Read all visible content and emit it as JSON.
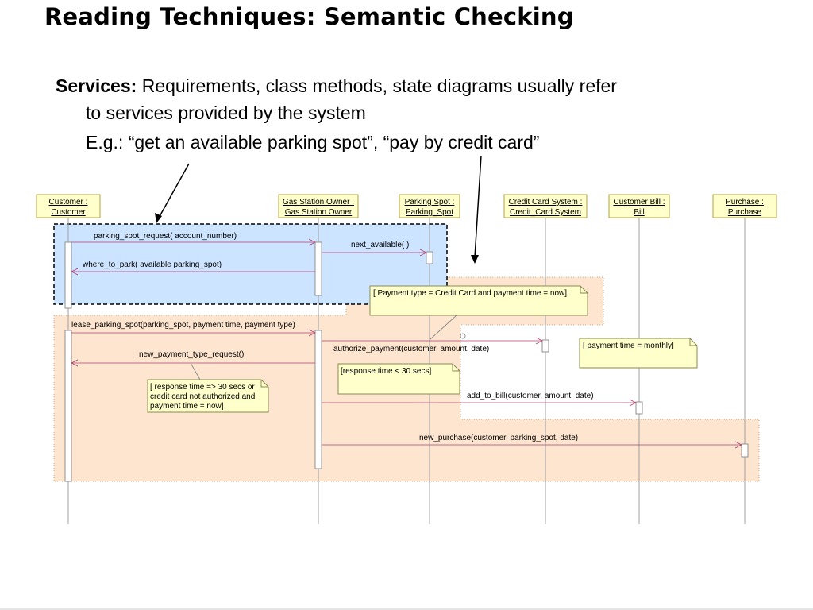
{
  "slide": {
    "title": "Reading Techniques: Semantic Checking",
    "bullet_lead": "Services:",
    "bullet_text": "Requirements, class methods, state diagrams usually refer",
    "bullet_cont": "to services provided by the system",
    "example": "E.g.: “get an available parking spot”, “pay by credit card”"
  },
  "colors": {
    "lifeline_fill": "#ffffcc",
    "lifeline_border": "#b0a040",
    "region_blue": "#cce4ff",
    "region_peach": "#fde5cf",
    "message_line": "#b04070",
    "lifeline_line": "#a0a0a0"
  },
  "lifelines": [
    {
      "id": "customer",
      "line1": "Customer :",
      "line2": "Customer"
    },
    {
      "id": "gas_station_owner",
      "line1": "Gas Station Owner :",
      "line2": "Gas Station Owner"
    },
    {
      "id": "parking_spot",
      "line1": "Parking Spot :",
      "line2": "Parking_Spot"
    },
    {
      "id": "credit_card_system",
      "line1": "Credit Card System :",
      "line2": "Credit_Card System"
    },
    {
      "id": "customer_bill",
      "line1": "Customer Bill :",
      "line2": "Bill"
    },
    {
      "id": "purchase",
      "line1": "Purchase :",
      "line2": "Purchase"
    }
  ],
  "messages": [
    {
      "label": "parking_spot_request( account_number)",
      "from": "customer",
      "to": "gas_station_owner"
    },
    {
      "label": "next_available( )",
      "from": "gas_station_owner",
      "to": "parking_spot"
    },
    {
      "label": "where_to_park( available parking_spot)",
      "from": "gas_station_owner",
      "to": "customer"
    },
    {
      "label": "lease_parking_spot(parking_spot, payment time, payment type)",
      "from": "customer",
      "to": "gas_station_owner"
    },
    {
      "label": "authorize_payment(customer, amount, date)",
      "from": "gas_station_owner",
      "to": "credit_card_system"
    },
    {
      "label": "new_payment_type_request()",
      "from": "gas_station_owner",
      "to": "customer"
    },
    {
      "label": "add_to_bill(customer, amount, date)",
      "from": "gas_station_owner",
      "to": "customer_bill"
    },
    {
      "label": "new_purchase(customer, parking_spot, date)",
      "from": "gas_station_owner",
      "to": "purchase"
    }
  ],
  "notes": [
    {
      "id": "payment_credit_card",
      "lines": [
        "[ Payment type = Credit Card and payment time = now]"
      ]
    },
    {
      "id": "payment_monthly",
      "lines": [
        "[ payment time = monthly]"
      ]
    },
    {
      "id": "response_time",
      "lines": [
        "[response time < 30 secs]"
      ]
    },
    {
      "id": "response_failure",
      "lines": [
        "[ response time => 30 secs or",
        "credit card not authorized  and",
        "payment time = now]"
      ]
    }
  ]
}
